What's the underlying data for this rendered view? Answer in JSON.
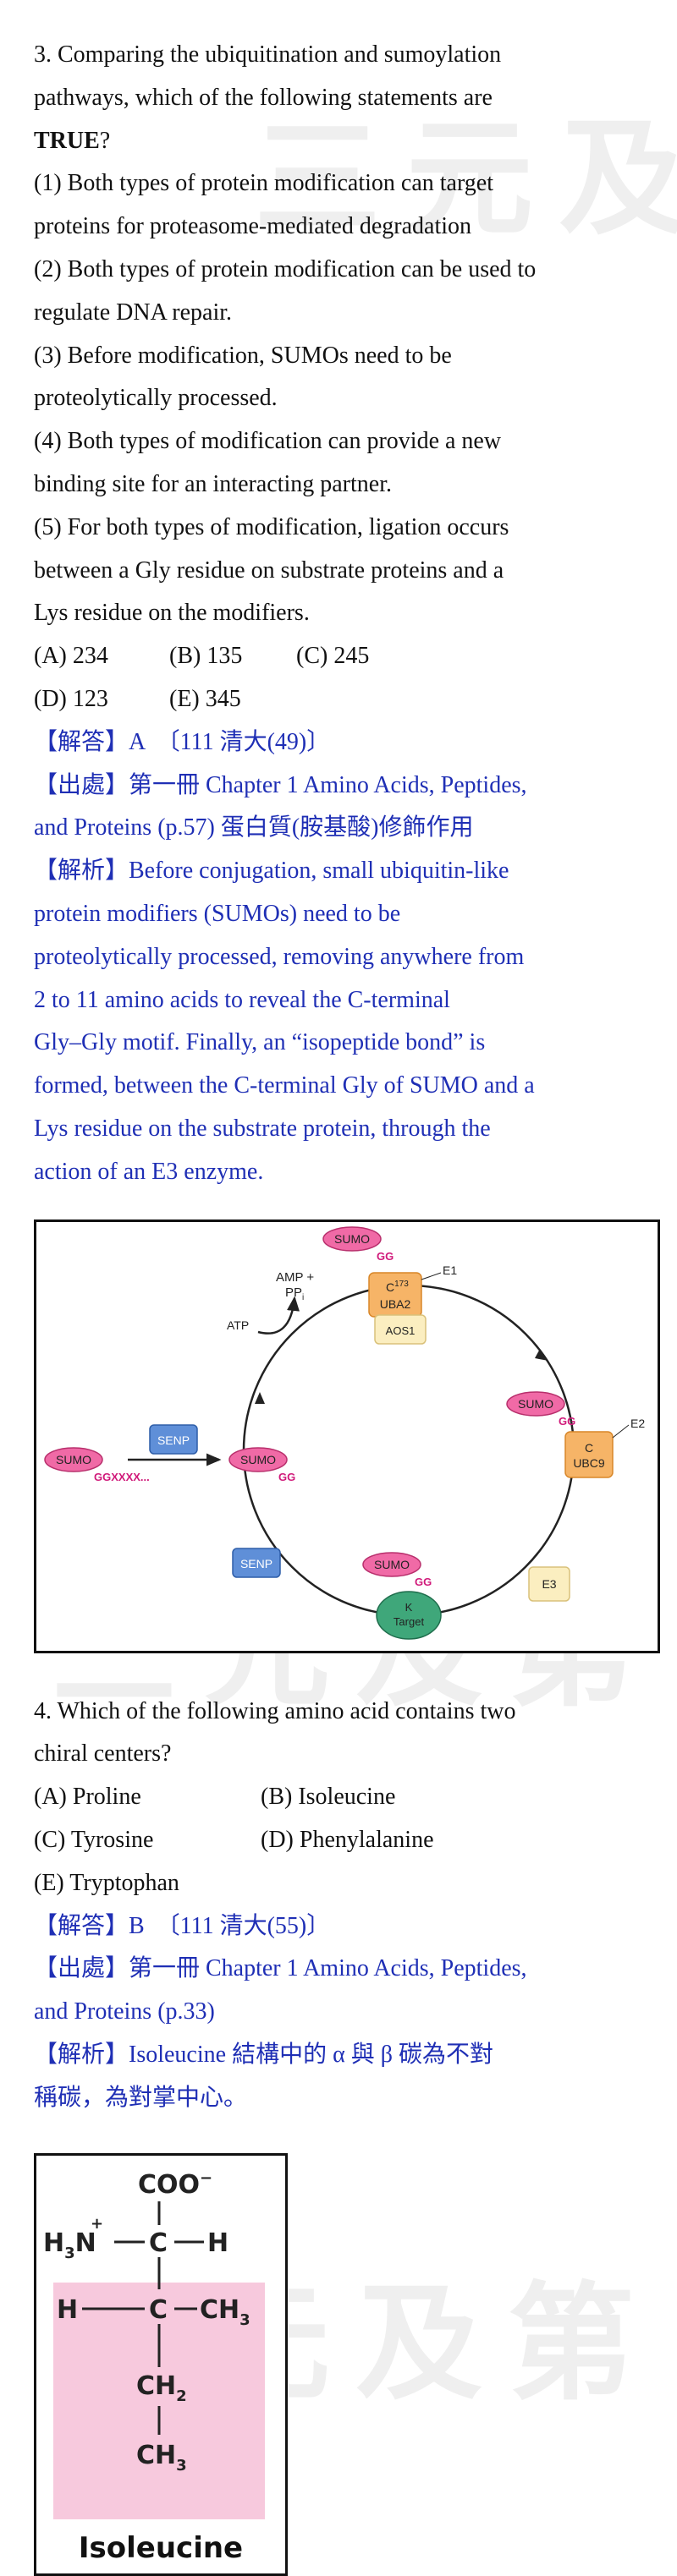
{
  "watermark": "三元及第",
  "q3": {
    "lines": [
      "3. Comparing the ubiquitination and sumoylation",
      "pathways, which of the following statements are"
    ],
    "true_word": "TRUE",
    "true_suffix": "?",
    "statements": [
      "(1) Both types of protein modification can target",
      "proteins for proteasome-mediated degradation",
      "(2) Both types of protein modification can be used to",
      "regulate DNA repair.",
      "(3) Before modification, SUMOs need to be",
      "proteolytically processed.",
      "(4) Both types of modification can provide a new",
      "binding site for an interacting partner.",
      "(5) For both types of modification, ligation occurs",
      "between a Gly residue on substrate proteins and a",
      "Lys residue on the modifiers."
    ],
    "options_row1": [
      "(A) 234",
      "(B) 135",
      "(C) 245"
    ],
    "options_row2": [
      "(D) 123",
      "(E) 345"
    ],
    "answer": "【解答】A　〔111 清大(49)〕",
    "source": [
      "【出處】第一冊 Chapter 1 Amino Acids, Peptides,",
      "and Proteins (p.57)  蛋白質(胺基酸)修飾作用"
    ],
    "explanation": [
      "【解析】Before conjugation, small ubiquitin-like",
      "protein modifiers (SUMOs) need to be",
      "proteolytically processed, removing anywhere from",
      "2 to 11 amino acids to reveal the C-terminal",
      "Gly–Gly motif. Finally, an “isopeptide bond” is",
      "formed, between the C-terminal Gly of SUMO and a",
      "Lys residue on the substrate protein, through the",
      "action of an E3 enzyme."
    ]
  },
  "figure1": {
    "sumo": "SUMO",
    "gg": "GG",
    "ggxxxx": "GGXXXX...",
    "senp": "SENP",
    "amp": "AMP +",
    "ppi": "PP",
    "ppi_sub": "i",
    "atp": "ATP",
    "c173": "C",
    "c173_sup": "173",
    "uba2": "UBA2",
    "aos1": "AOS1",
    "e1": "E1",
    "c": "C",
    "ubc9": "UBC9",
    "e2": "E2",
    "e3": "E3",
    "k": "K",
    "target": "Target"
  },
  "q4": {
    "lines": [
      "4. Which of the following amino acid contains two",
      "chiral centers?"
    ],
    "options": [
      [
        "(A) Proline",
        "(B) Isoleucine"
      ],
      [
        "(C) Tyrosine",
        "(D) Phenylalanine"
      ],
      [
        "(E) Tryptophan",
        ""
      ]
    ],
    "answer": "【解答】B　〔111 清大(55)〕",
    "source": [
      "【出處】第一冊 Chapter 1 Amino Acids, Peptides,",
      "and Proteins (p.33)"
    ],
    "explanation": [
      "【解析】Isoleucine 結構中的 α 與 β 碳為不對",
      "稱碳，為對掌中心。"
    ]
  },
  "figure2": {
    "coo": "COO",
    "coo_sup": "−",
    "h3n": "H",
    "h3n_sub": "3",
    "n": "N",
    "n_sup": "+",
    "c": "C",
    "h": "H",
    "ch3": "CH",
    "ch3_sub": "3",
    "ch2": "CH",
    "ch2_sub": "2",
    "name": "Isoleucine"
  }
}
